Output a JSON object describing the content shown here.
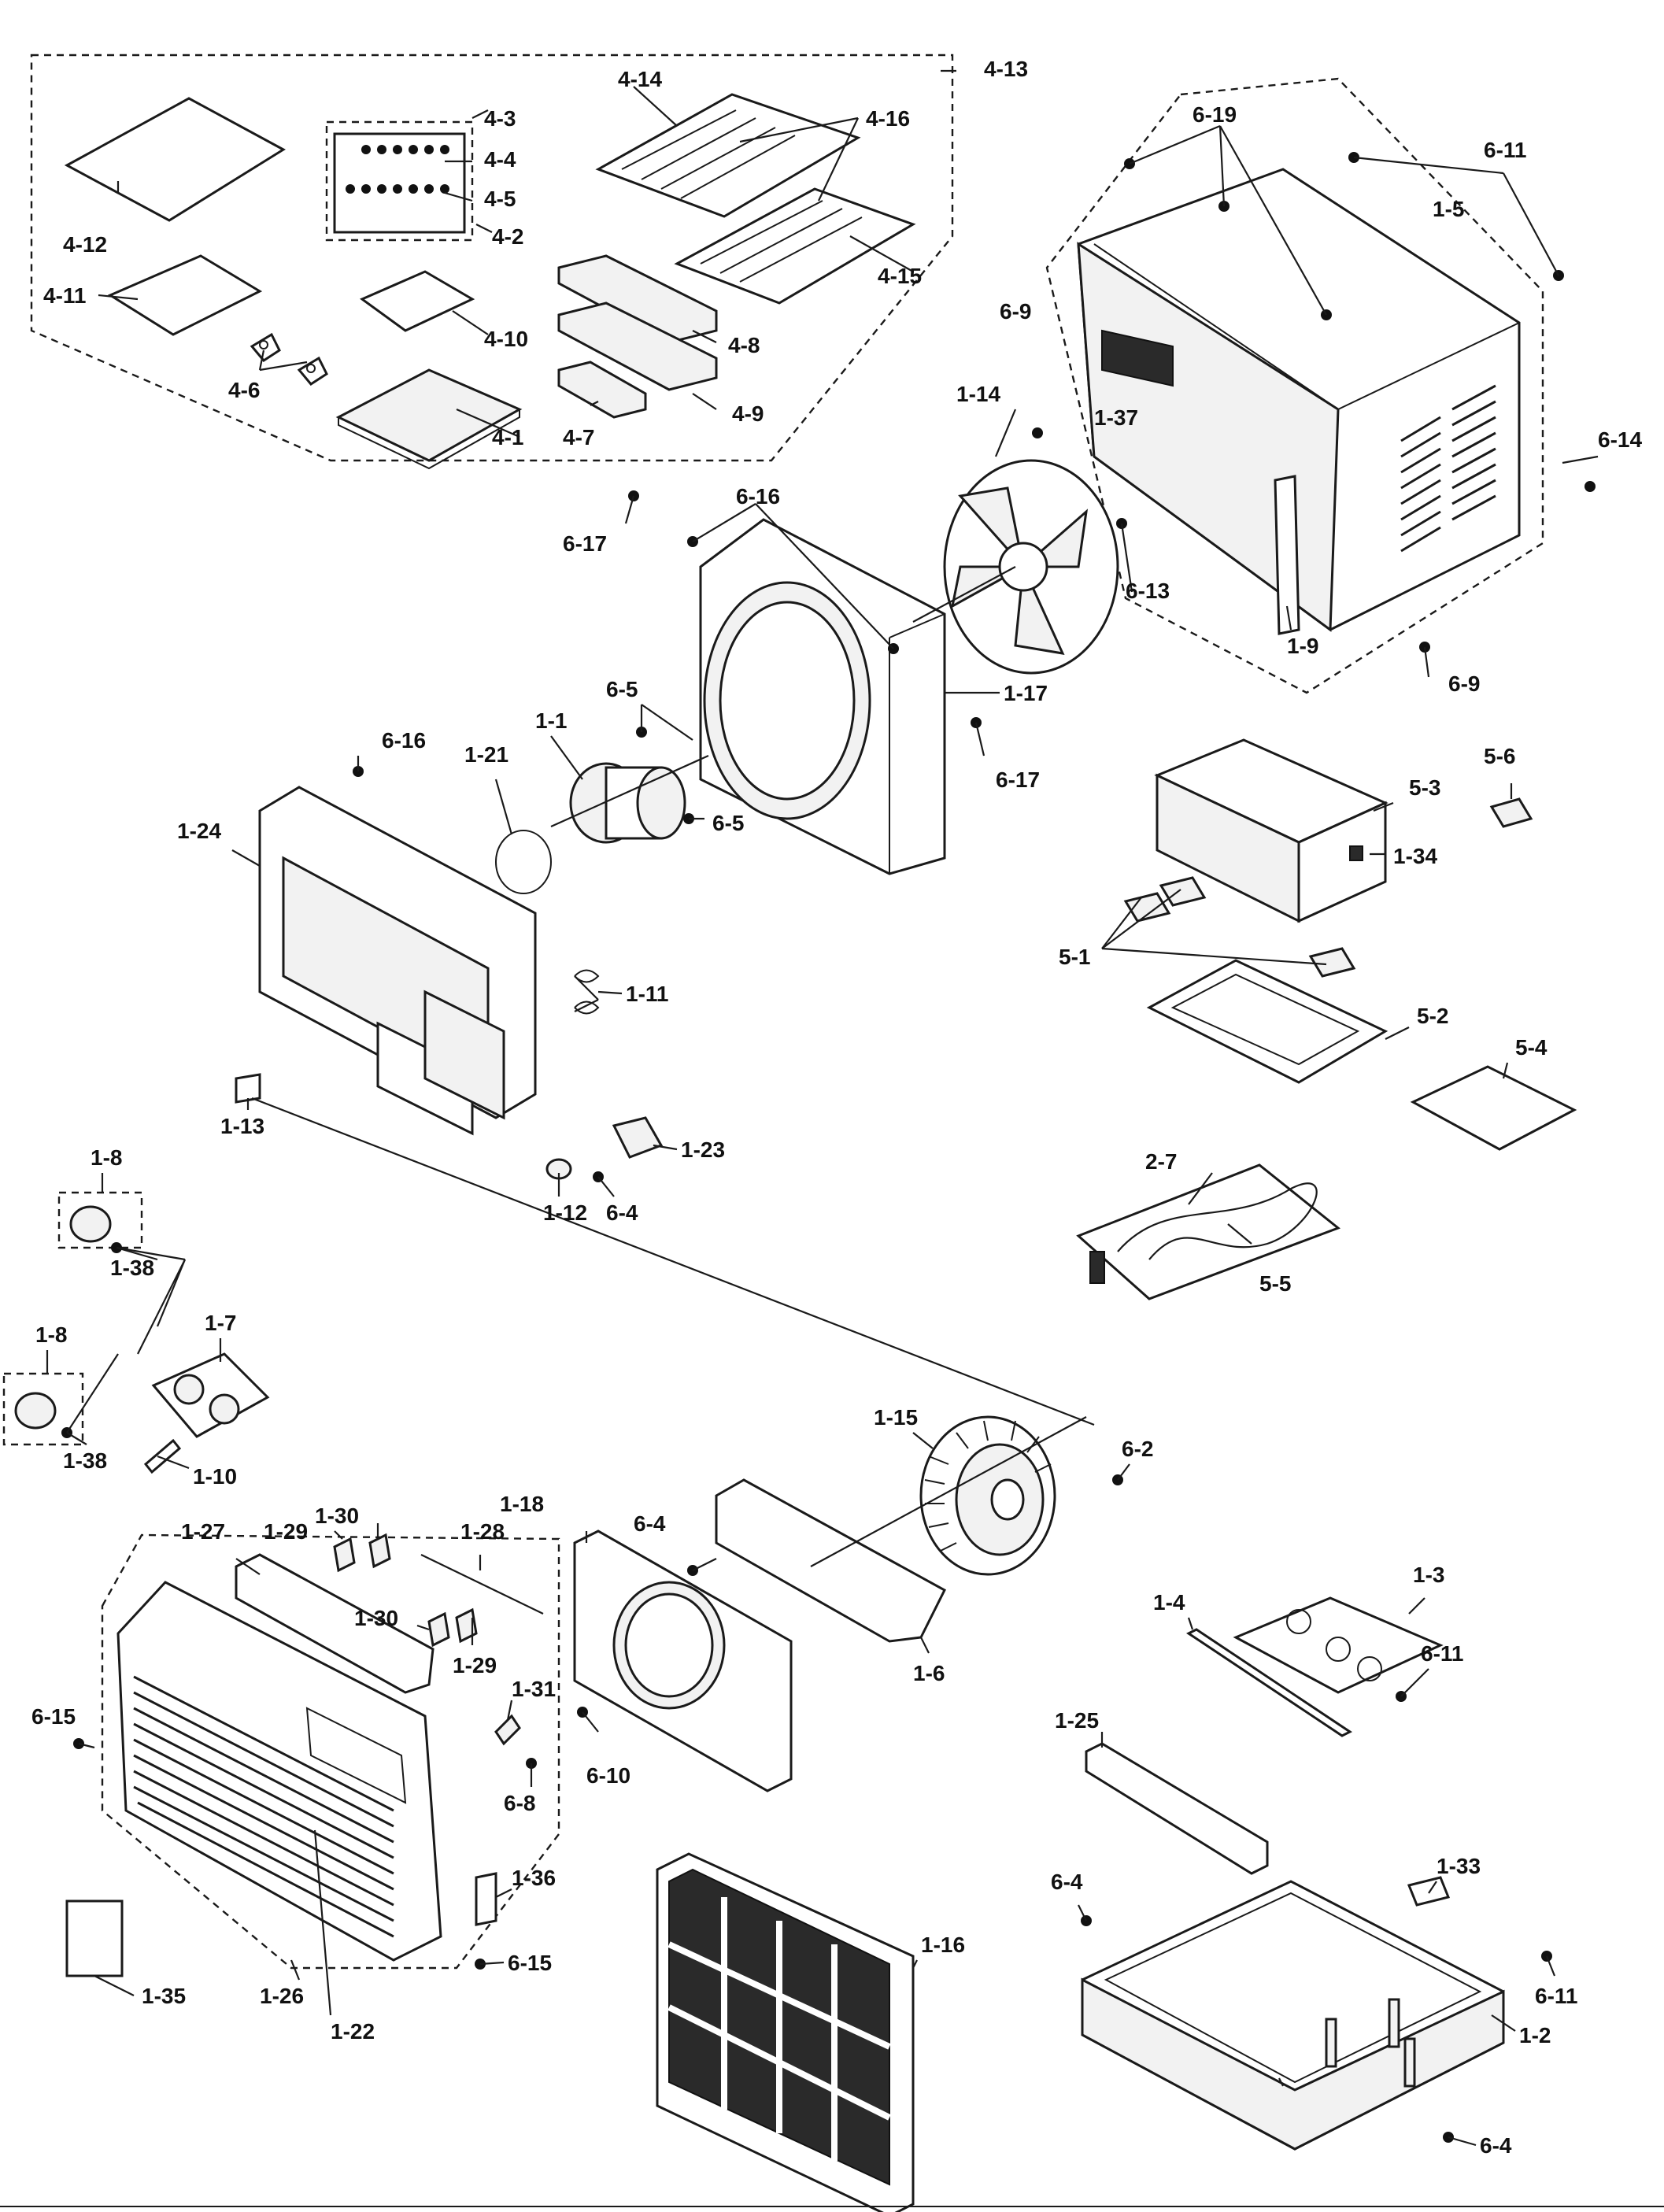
{
  "labels": [
    {
      "id": "4-13",
      "text": "4-13"
    },
    {
      "id": "4-14",
      "text": "4-14"
    },
    {
      "id": "4-16",
      "text": "4-16"
    },
    {
      "id": "4-15",
      "text": "4-15"
    },
    {
      "id": "4-3",
      "text": "4-3"
    },
    {
      "id": "4-4",
      "text": "4-4"
    },
    {
      "id": "4-5",
      "text": "4-5"
    },
    {
      "id": "4-2",
      "text": "4-2"
    },
    {
      "id": "4-12",
      "text": "4-12"
    },
    {
      "id": "4-11",
      "text": "4-11"
    },
    {
      "id": "4-10",
      "text": "4-10"
    },
    {
      "id": "4-6",
      "text": "4-6"
    },
    {
      "id": "4-1",
      "text": "4-1"
    },
    {
      "id": "4-8",
      "text": "4-8"
    },
    {
      "id": "4-9",
      "text": "4-9"
    },
    {
      "id": "4-7",
      "text": "4-7"
    },
    {
      "id": "6-19",
      "text": "6-19"
    },
    {
      "id": "6-11a",
      "text": "6-11"
    },
    {
      "id": "1-5",
      "text": "1-5"
    },
    {
      "id": "6-9a",
      "text": "6-9"
    },
    {
      "id": "1-14",
      "text": "1-14"
    },
    {
      "id": "1-37",
      "text": "1-37"
    },
    {
      "id": "6-14",
      "text": "6-14"
    },
    {
      "id": "6-13",
      "text": "6-13"
    },
    {
      "id": "1-9",
      "text": "1-9"
    },
    {
      "id": "6-9b",
      "text": "6-9"
    },
    {
      "id": "6-17a",
      "text": "6-17"
    },
    {
      "id": "6-16a",
      "text": "6-16"
    },
    {
      "id": "1-17",
      "text": "1-17"
    },
    {
      "id": "6-17b",
      "text": "6-17"
    },
    {
      "id": "6-5a",
      "text": "6-5"
    },
    {
      "id": "1-1",
      "text": "1-1"
    },
    {
      "id": "6-16b",
      "text": "6-16"
    },
    {
      "id": "1-21",
      "text": "1-21"
    },
    {
      "id": "6-5b",
      "text": "6-5"
    },
    {
      "id": "1-24",
      "text": "1-24"
    },
    {
      "id": "5-3",
      "text": "5-3"
    },
    {
      "id": "5-6",
      "text": "5-6"
    },
    {
      "id": "1-34",
      "text": "1-34"
    },
    {
      "id": "5-1",
      "text": "5-1"
    },
    {
      "id": "5-2",
      "text": "5-2"
    },
    {
      "id": "5-4",
      "text": "5-4"
    },
    {
      "id": "1-11",
      "text": "1-11"
    },
    {
      "id": "1-23",
      "text": "1-23"
    },
    {
      "id": "1-13",
      "text": "1-13"
    },
    {
      "id": "1-12",
      "text": "1-12"
    },
    {
      "id": "6-4a",
      "text": "6-4"
    },
    {
      "id": "2-7",
      "text": "2-7"
    },
    {
      "id": "5-5",
      "text": "5-5"
    },
    {
      "id": "1-8a",
      "text": "1-8"
    },
    {
      "id": "1-38a",
      "text": "1-38"
    },
    {
      "id": "1-7",
      "text": "1-7"
    },
    {
      "id": "1-8b",
      "text": "1-8"
    },
    {
      "id": "1-38b",
      "text": "1-38"
    },
    {
      "id": "1-10",
      "text": "1-10"
    },
    {
      "id": "1-15",
      "text": "1-15"
    },
    {
      "id": "6-2",
      "text": "6-2"
    },
    {
      "id": "1-18",
      "text": "1-18"
    },
    {
      "id": "6-4b",
      "text": "6-4"
    },
    {
      "id": "1-27",
      "text": "1-27"
    },
    {
      "id": "1-29a",
      "text": "1-29"
    },
    {
      "id": "1-30a",
      "text": "1-30"
    },
    {
      "id": "1-28",
      "text": "1-28"
    },
    {
      "id": "1-30b",
      "text": "1-30"
    },
    {
      "id": "1-29b",
      "text": "1-29"
    },
    {
      "id": "1-3",
      "text": "1-3"
    },
    {
      "id": "1-4",
      "text": "1-4"
    },
    {
      "id": "1-6",
      "text": "1-6"
    },
    {
      "id": "6-15a",
      "text": "6-15"
    },
    {
      "id": "1-31",
      "text": "1-31"
    },
    {
      "id": "6-8",
      "text": "6-8"
    },
    {
      "id": "6-10",
      "text": "6-10"
    },
    {
      "id": "1-25",
      "text": "1-25"
    },
    {
      "id": "6-11b",
      "text": "6-11"
    },
    {
      "id": "1-36",
      "text": "1-36"
    },
    {
      "id": "6-4c",
      "text": "6-4"
    },
    {
      "id": "1-33",
      "text": "1-33"
    },
    {
      "id": "6-15b",
      "text": "6-15"
    },
    {
      "id": "1-16",
      "text": "1-16"
    },
    {
      "id": "6-11c",
      "text": "6-11"
    },
    {
      "id": "1-35",
      "text": "1-35"
    },
    {
      "id": "1-26",
      "text": "1-26"
    },
    {
      "id": "1-22",
      "text": "1-22"
    },
    {
      "id": "1-2",
      "text": "1-2"
    },
    {
      "id": "6-4d",
      "text": "6-4"
    }
  ]
}
